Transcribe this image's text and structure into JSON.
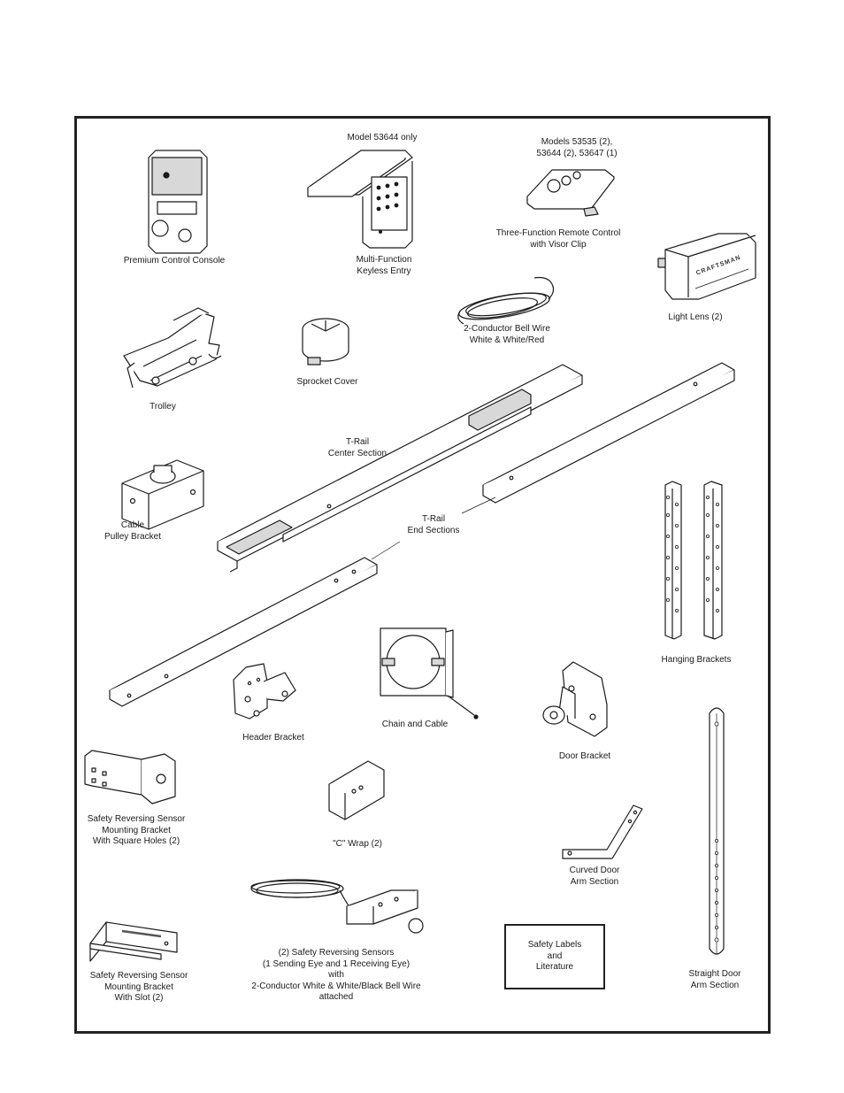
{
  "parts": {
    "model_53644_only": "Model 53644 only",
    "models_remote": [
      "Models 53535 (2),",
      "53644 (2), 53647 (1)"
    ],
    "premium_control_console": "Premium Control Console",
    "multi_function_keyless_entry": [
      "Multi-Function",
      "Keyless Entry"
    ],
    "three_function_remote": [
      "Three-Function Remote Control",
      "with Visor Clip"
    ],
    "light_lens": "Light Lens (2)",
    "bell_wire": [
      "2-Conductor Bell Wire",
      "White & White/Red"
    ],
    "sprocket_cover": "Sprocket Cover",
    "trolley": "Trolley",
    "t_rail_center": [
      "T-Rail",
      "Center Section"
    ],
    "cable_pulley_bracket": [
      "Cable",
      "Pulley Bracket"
    ],
    "t_rail_end": [
      "T-Rail",
      "End Sections"
    ],
    "hanging_brackets": "Hanging Brackets",
    "chain_and_cable": "Chain and Cable",
    "header_bracket": "Header Bracket",
    "door_bracket": "Door Bracket",
    "sensor_bracket_square": [
      "Safety Reversing Sensor",
      "Mounting Bracket",
      "With Square Holes (2)"
    ],
    "c_wrap": "\"C\" Wrap (2)",
    "curved_door_arm": [
      "Curved Door",
      "Arm Section"
    ],
    "safety_sensors": [
      "(2) Safety Reversing Sensors",
      "(1 Sending Eye and 1 Receiving Eye)",
      "with",
      "2-Conductor White & White/Black Bell Wire",
      "attached"
    ],
    "safety_labels": [
      "Safety Labels",
      "and",
      "Literature"
    ],
    "sensor_bracket_slot": [
      "Safety Reversing Sensor",
      "Mounting Bracket",
      "With Slot (2)"
    ],
    "straight_door_arm": [
      "Straight Door",
      "Arm Section"
    ],
    "rail_logo_text": "CRAFTSMAN"
  },
  "colors": {
    "line": "#1a1a1a",
    "fill": "#ffffff",
    "shade": "#d8d8d8",
    "dark": "#555555"
  }
}
